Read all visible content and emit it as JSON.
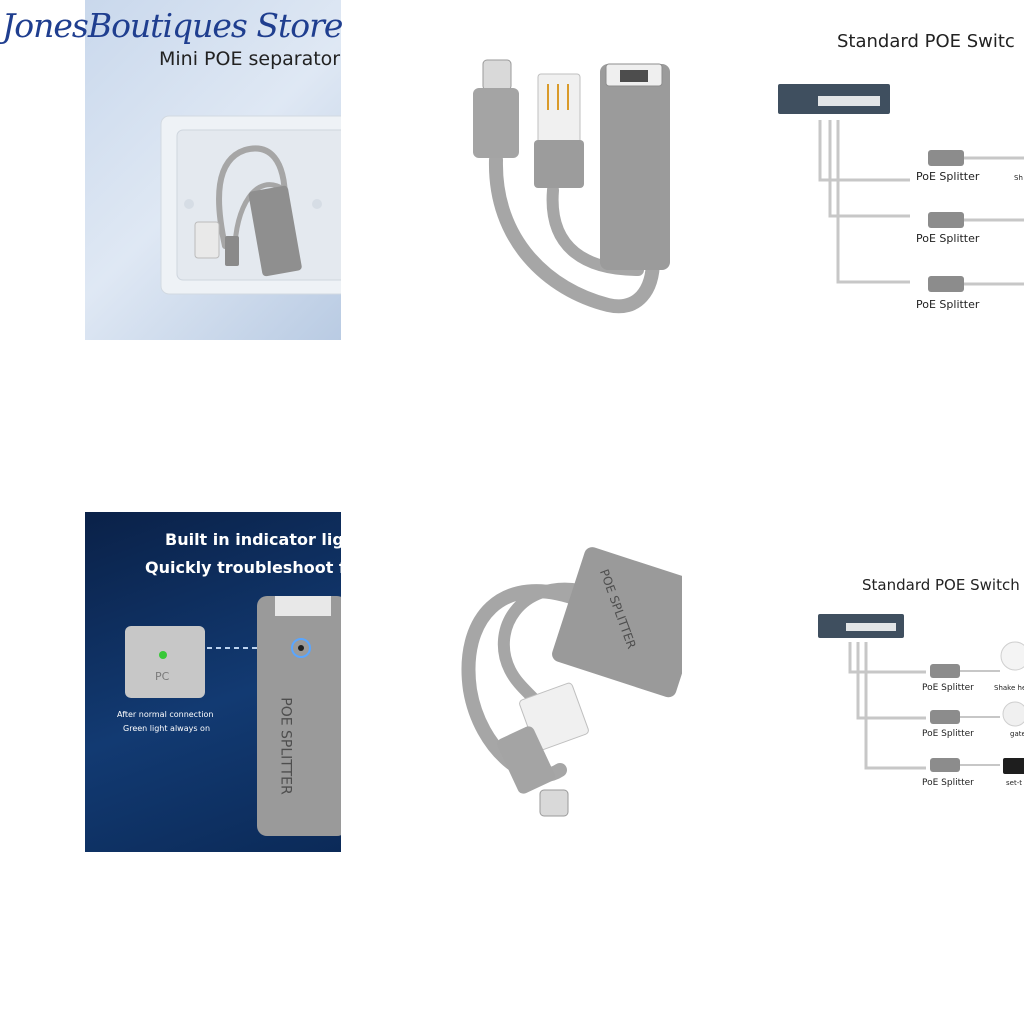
{
  "store": {
    "name": "JonesBoutiques Store"
  },
  "tile1": {
    "title": "Mini POE separator"
  },
  "tile3": {
    "title": "Standard POE Switc",
    "splitters": [
      "PoE Splitter",
      "PoE Splitter",
      "PoE Splitter"
    ],
    "cut_label": "Sh"
  },
  "tile4": {
    "headline1": "Built in indicator light",
    "headline2": "Quickly troubleshoot faul",
    "caption1": "After normal connection",
    "caption2": "Green light always on",
    "body_text": "POE SPLITTER",
    "inset_text": "PC"
  },
  "tile5": {
    "body_text": "POE SPLITTER"
  },
  "tile6": {
    "title": "Standard POE Switch",
    "splitters": [
      "PoE Splitter",
      "PoE Splitter",
      "PoE Splitter"
    ],
    "devices": [
      "Shake hea",
      "gate",
      "set-t"
    ]
  },
  "colors": {
    "brand": "#1f3e8f",
    "dark_panel": "#0d2a55",
    "indicator": "#37c837",
    "product_gray": "#9a9a9a"
  }
}
